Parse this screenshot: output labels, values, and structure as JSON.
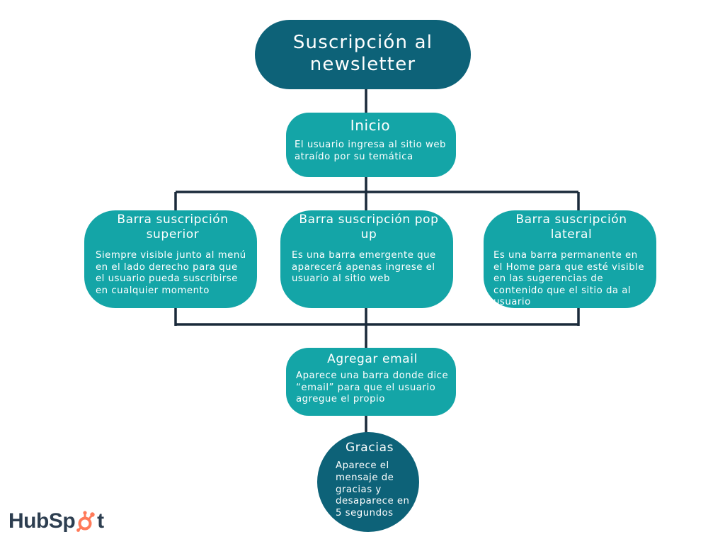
{
  "colors": {
    "teal": "#14a5a7",
    "dark_teal": "#0d6278",
    "connector": "#1a2a3a",
    "brand_dark": "#2d3e50",
    "brand_orange": "#ff7a59"
  },
  "diagram": {
    "root": {
      "label": "Suscripción al newsletter"
    },
    "inicio": {
      "title": "Inicio",
      "description": "El usuario ingresa al sitio web atraído por su temática"
    },
    "options": [
      {
        "title": "Barra suscripción superior",
        "description": "Siempre visible junto al menú en el lado derecho para que el usuario pueda suscribirse en cualquier momento"
      },
      {
        "title": "Barra suscripción pop up",
        "description": "Es una barra emergente que aparecerá apenas ingrese el usuario al sitio web"
      },
      {
        "title": "Barra suscripción lateral",
        "description": "Es una barra permanente en el Home para que esté visible en las sugerencias de contenido que el sitio da al usuario"
      }
    ],
    "agregar": {
      "title": "Agregar email",
      "description": "Aparece una barra donde dice “email” para que el usuario agregue el propio"
    },
    "gracias": {
      "title": "Gracias",
      "description": "Aparece el mensaje de gracias y desaparece en 5 segundos"
    }
  },
  "brand": {
    "name_part1": "HubSp",
    "name_part2": "t",
    "icon": "sprocket-icon"
  }
}
